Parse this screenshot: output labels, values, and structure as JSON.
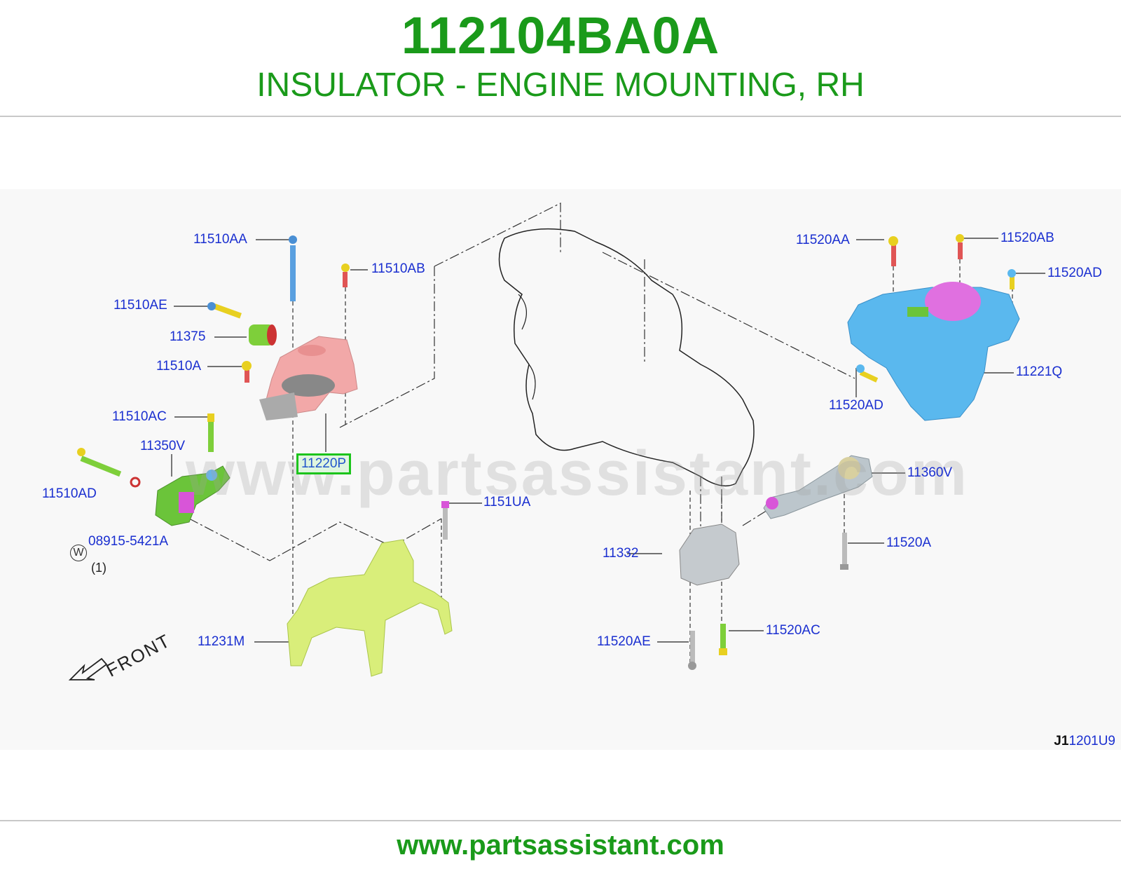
{
  "header": {
    "part_number": "112104BA0A",
    "part_name": "INSULATOR - ENGINE MOUNTING, RH"
  },
  "diagram": {
    "watermark": "www.partsassistant.com",
    "front_label": "FRONT",
    "diagram_code_prefix": "J1",
    "diagram_code_suffix": "1201U9",
    "washer_symbol": "W",
    "washer_qty": "(1)",
    "labels": {
      "p11510AA": "11510AA",
      "p11510AB": "11510AB",
      "p11510AE": "11510AE",
      "p11375": "11375",
      "p11510A": "11510A",
      "p11510AC": "11510AC",
      "p11350V": "11350V",
      "p11510AD": "11510AD",
      "p08915": "08915-5421A",
      "p11220P": "11220P",
      "p1151UA": "1151UA",
      "p11231M": "11231M",
      "p11520AA": "11520AA",
      "p11520AB": "11520AB",
      "p11520AD_top": "11520AD",
      "p11221Q": "11221Q",
      "p11520AD_bot": "11520AD",
      "p11360V": "11360V",
      "p11332": "11332",
      "p11520A": "11520A",
      "p11520AE": "11520AE",
      "p11520AC": "11520AC"
    },
    "highlighted_part": "11220P"
  },
  "footer": {
    "url": "www.partsassistant.com"
  },
  "colors": {
    "title_green": "#1a9a1a",
    "label_blue": "#1a2fd0",
    "highlight_green": "#1cc41c"
  }
}
